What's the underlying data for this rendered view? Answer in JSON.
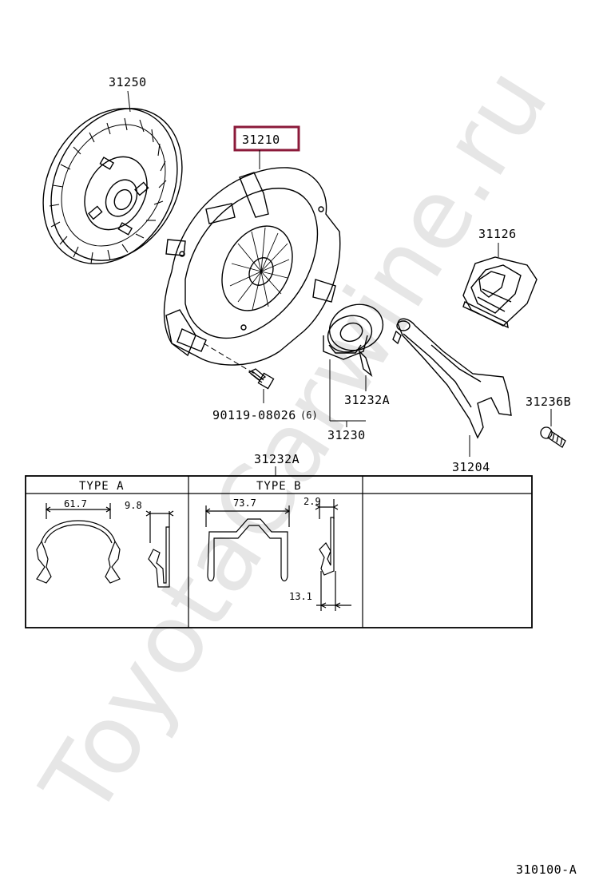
{
  "watermark": "ToyotaCarwine.ru",
  "diagram_code": "310100-A",
  "highlight_color": "#8b1a3a",
  "parts": {
    "clutch_disc": "31250",
    "clutch_cover": "31210",
    "boot": "31126",
    "clip_a": "31232A",
    "bearing": "31230",
    "fork": "31204",
    "pivot": "31236B",
    "bolt": "90119-08026",
    "bolt_qty": "(6)",
    "clip_table_title": "31232A"
  },
  "table": {
    "type_a": {
      "header": "TYPE  A",
      "dim_width": "61.7",
      "dim_side": "9.8"
    },
    "type_b": {
      "header": "TYPE  B",
      "dim_width": "73.7",
      "dim_side": "2.9",
      "dim_height": "13.1"
    }
  }
}
